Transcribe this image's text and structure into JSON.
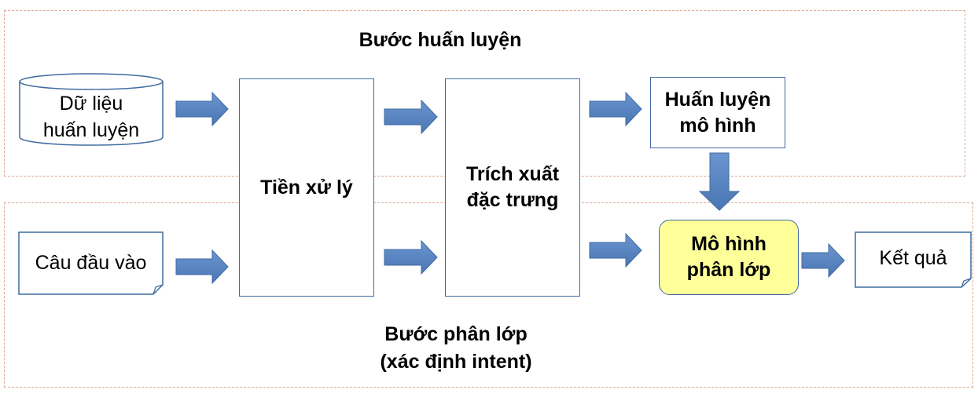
{
  "regions": {
    "training_title": "Bước huấn luyện",
    "classification_title_line1": "Bước phân lớp",
    "classification_title_line2": "(xác định intent)"
  },
  "nodes": {
    "training_data": "Dữ liệu\nhuấn luyện",
    "input_sentence": "Câu đầu vào",
    "preprocessing": "Tiền xử lý",
    "feature_extraction": "Trích xuất\nđặc trưng",
    "train_model": "Huấn luyện\nmô hình",
    "classifier_model": "Mô hình\nphân lớp",
    "result": "Kết quả"
  },
  "colors": {
    "arrow_fill": "#5b87c5",
    "box_border": "#3f6aa1",
    "highlight_fill": "#ffff99",
    "region_border": "#e0a890"
  }
}
